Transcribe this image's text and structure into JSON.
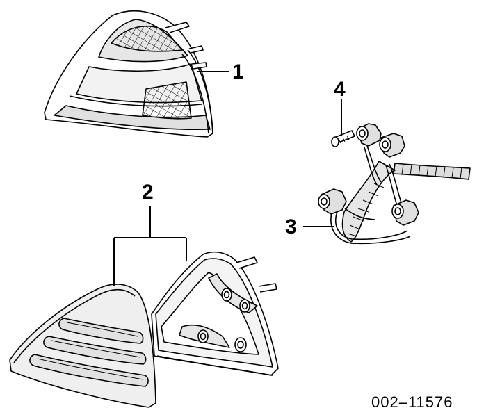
{
  "callouts": {
    "c1": "1",
    "c2": "2",
    "c3": "3",
    "c4": "4"
  },
  "ref_number": "002–11576",
  "colors": {
    "line": "#000000",
    "shade": "#d9d9d9",
    "lens_light": "#efefef",
    "background": "#ffffff"
  },
  "parts": [
    {
      "id": "1",
      "icon": "tail-lamp-assembly-icon"
    },
    {
      "id": "2",
      "icon": "lens-and-housing-icon"
    },
    {
      "id": "3",
      "icon": "wiring-harness-icon"
    },
    {
      "id": "4",
      "icon": "screw-icon"
    }
  ]
}
